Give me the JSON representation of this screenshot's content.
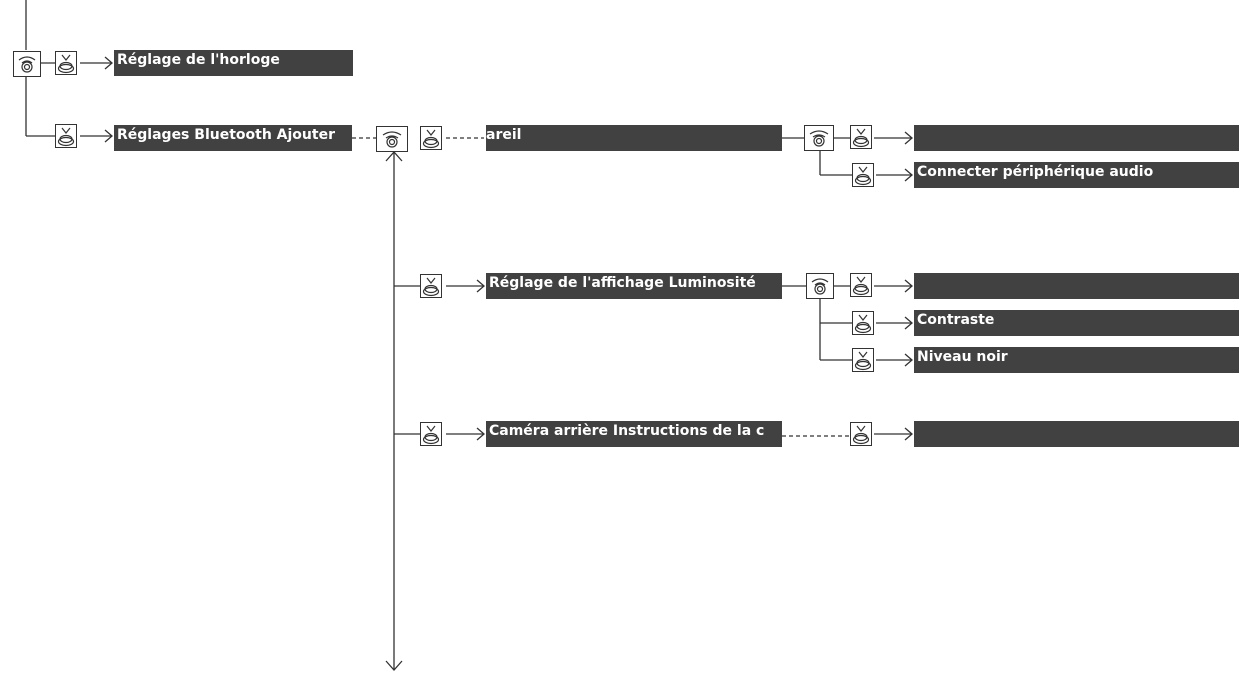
{
  "menu": {
    "clock": {
      "label": "Réglage de l'horloge"
    },
    "bluetooth": {
      "label": "Réglages Bluetooth Ajouter"
    },
    "bluetooth_sub": {
      "label": "areil"
    },
    "bluetooth_option_1": {
      "label": ""
    },
    "bluetooth_option_2": {
      "label": "Connecter périphérique audio"
    },
    "display": {
      "label": "Réglage de l'affichage Luminosité"
    },
    "display_option_1": {
      "label": ""
    },
    "display_option_2": {
      "label": "Contraste"
    },
    "display_option_3": {
      "label": "Niveau noir"
    },
    "camera": {
      "label": "Caméra arrière Instructions de la c"
    },
    "camera_option_1": {
      "label": ""
    }
  },
  "icons": {
    "rotate": "rotate-knob-icon",
    "press": "press-knob-icon"
  },
  "colors": {
    "bar": "#414141",
    "line": "#333333",
    "text": "#ffffff"
  }
}
